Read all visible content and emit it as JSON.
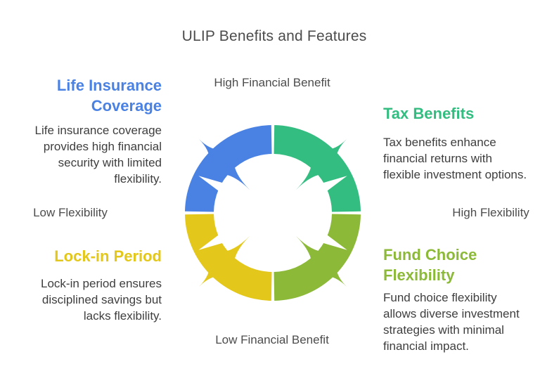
{
  "title": "ULIP Benefits and Features",
  "axis_labels": {
    "top": "High Financial Benefit",
    "bottom": "Low Financial Benefit",
    "left": "Low Flexibility",
    "right": "High Flexibility"
  },
  "sections": {
    "life_insurance": {
      "title": "Life Insurance Coverage",
      "description": "Life insurance coverage provides high financial security with limited flexibility.",
      "color": "#4a82e4"
    },
    "tax_benefits": {
      "title": "Tax Benefits",
      "description": "Tax benefits enhance financial returns with flexible investment options.",
      "color": "#34bd81"
    },
    "lock_in_period": {
      "title": "Lock-in Period",
      "description": "Lock-in period ensures disciplined savings but lacks flexibility.",
      "color": "#e3c71b"
    },
    "fund_choice_flexibility": {
      "title": "Fund Choice Flexibility",
      "description": "Fund choice flexibility allows diverse investment strategies with minimal financial impact.",
      "color": "#8cba38"
    }
  },
  "diagram": {
    "colors": {
      "top_left": "#4a82e4",
      "top_right": "#34bd81",
      "bottom_left": "#e3c71b",
      "bottom_right": "#8cba38"
    }
  }
}
